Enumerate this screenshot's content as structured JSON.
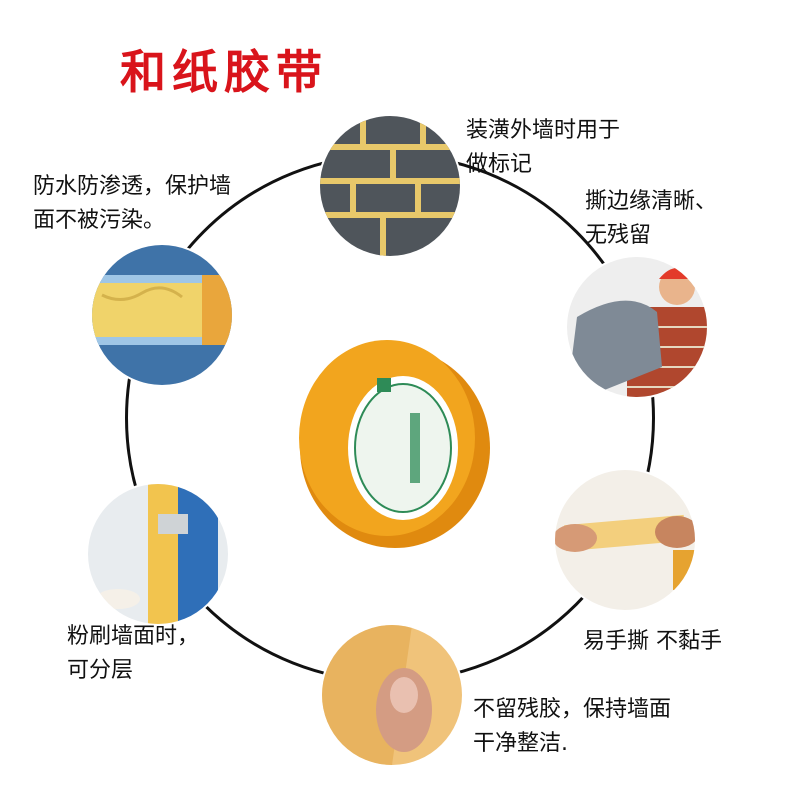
{
  "title": "和纸胶带",
  "colors": {
    "title": "#d9141b",
    "tape": "#f2a51e",
    "ring": "#111111"
  },
  "features": [
    {
      "id": "wall-marking",
      "lines": [
        "装潢外墙时用于",
        "做标记"
      ]
    },
    {
      "id": "clean-edges",
      "lines": [
        "撕边缘清晰、",
        "无残留"
      ]
    },
    {
      "id": "easy-tear",
      "lines": [
        "易手撕 不黏手"
      ]
    },
    {
      "id": "no-residue",
      "lines": [
        "不留残胶，保持墙面",
        "干净整洁."
      ]
    },
    {
      "id": "paint-layers",
      "lines": [
        "粉刷墙面时，",
        "可分层"
      ]
    },
    {
      "id": "waterproof",
      "lines": [
        "防水防渗透，保护墙",
        "面不被污染。"
      ]
    }
  ]
}
